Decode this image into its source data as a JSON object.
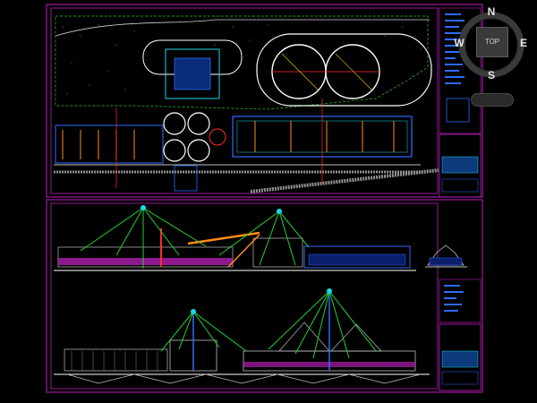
{
  "viewcube": {
    "north": "N",
    "east": "E",
    "south": "S",
    "west": "W",
    "face": "TOP"
  },
  "colors": {
    "frame": "#c020c0",
    "structure": "#2f6bff",
    "tower_lines": "#22d12e",
    "silo": "#ffffff",
    "accent": "#ff2b2b",
    "conveyor": "#ff8c1a",
    "cyan": "#18d8e8"
  }
}
